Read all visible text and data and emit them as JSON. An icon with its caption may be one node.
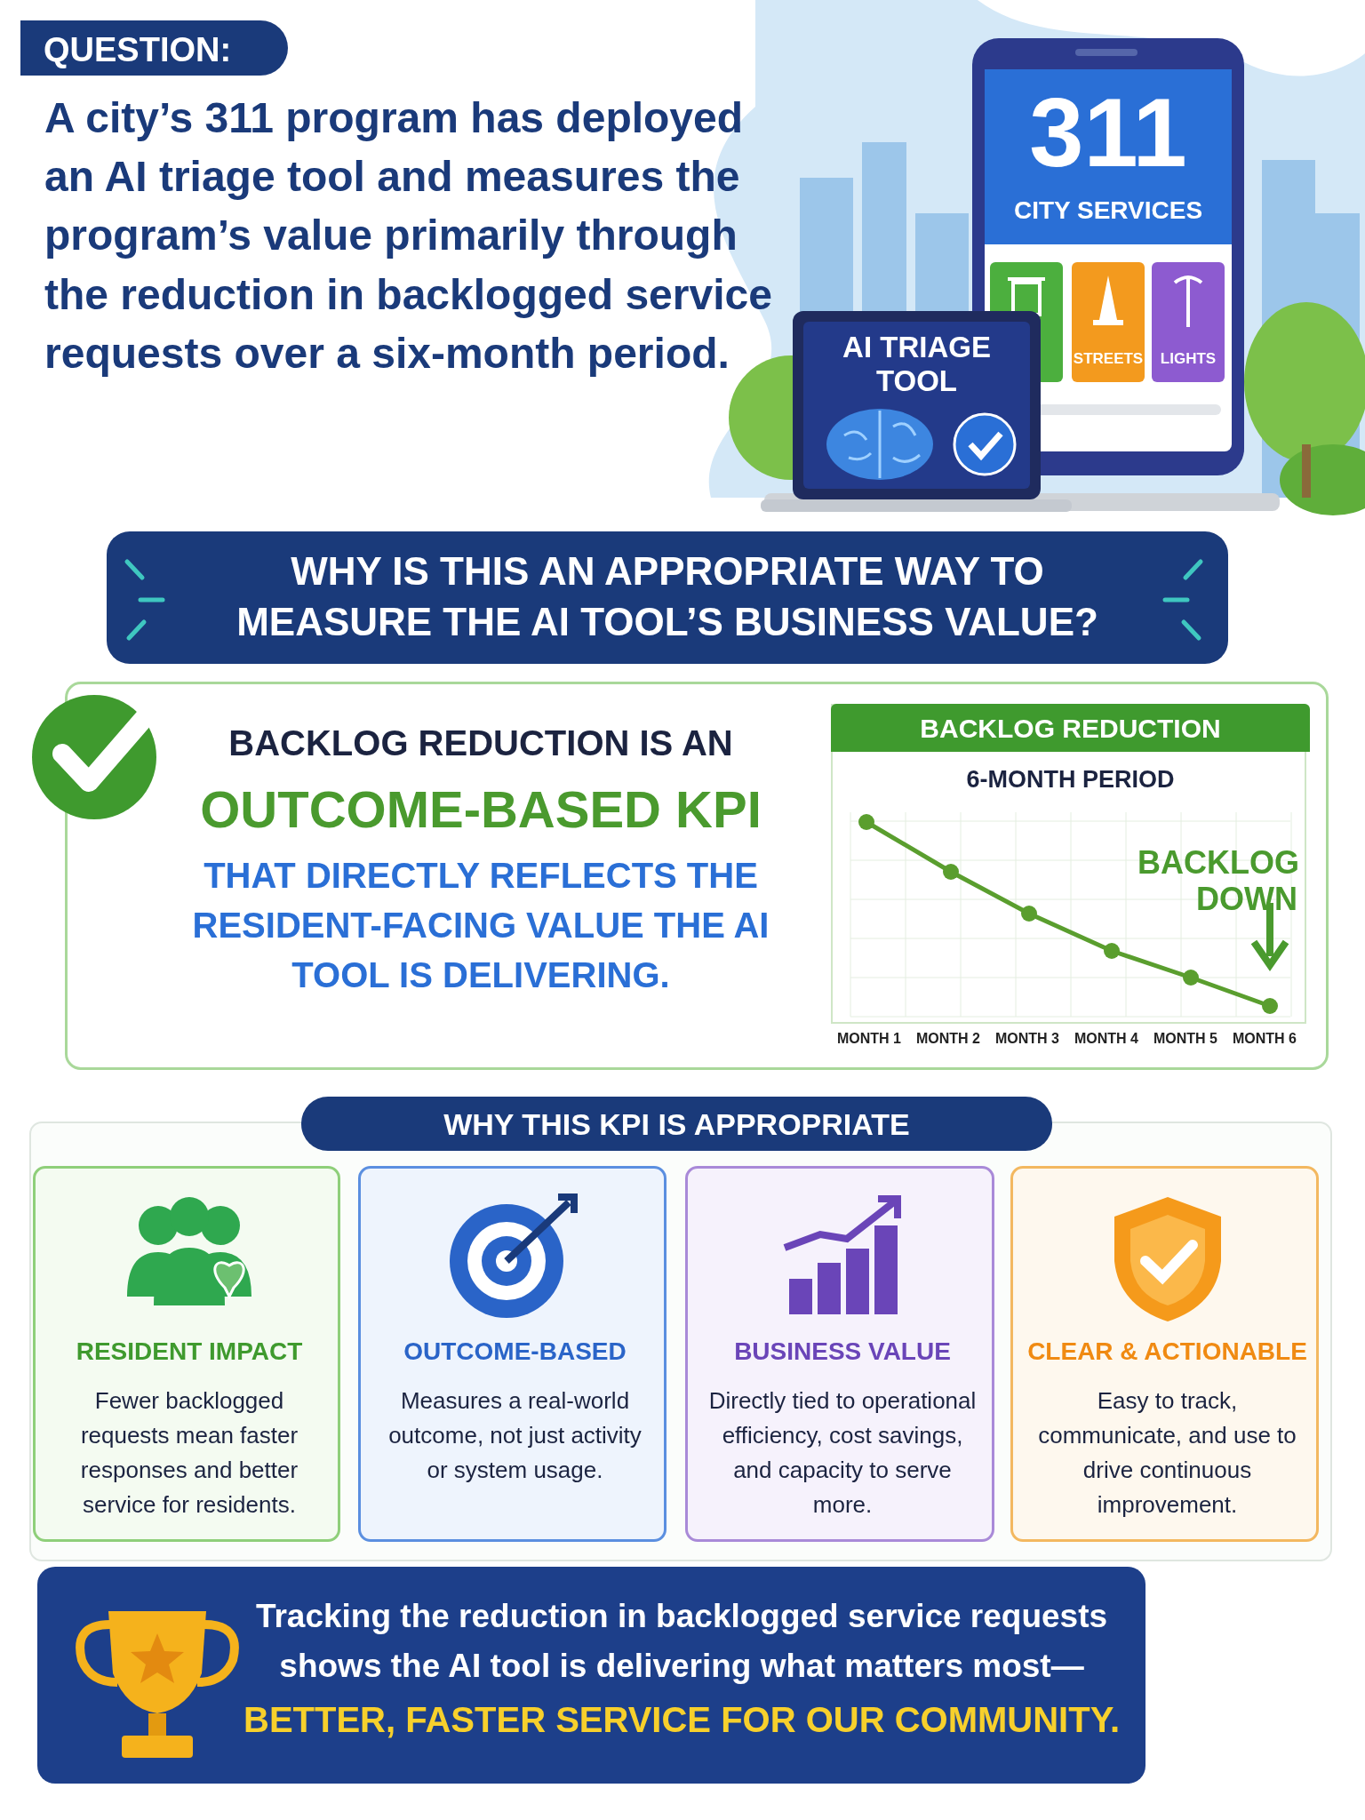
{
  "diagram": {
    "nodes": [
      {
        "text": [
          "QUESTION:"
        ]
      },
      {
        "text": [
          "WHY IS THIS AN APPROPRIATE WAY TO MEASURE THE AI TOOL’S BUSINESS VALUE?"
        ]
      },
      {
        "text": [
          "BACKLOG REDUCTION IS AN",
          "OUTCOME-BASED KPI",
          "THAT DIRECTLY REFLECTS THE RESIDENT-FACING VALUE THE AI TOOL IS DELIVERING."
        ]
      },
      {
        "text": [
          "BACKLOG REDUCTION",
          "6-MONTH PERIOD"
        ],
        "in": 2
      },
      {
        "text": [
          "WHY THIS KPI IS APPROPRIATE"
        ]
      },
      {
        "text": [
          "RESIDENT IMPACT",
          "Fewer backlogged requests mean faster responses and better service for residents."
        ],
        "in": 4
      },
      {
        "text": [
          "OUTCOME-BASED",
          "Measures a real-world outcome, not just activity or system usage."
        ],
        "in": 4
      },
      {
        "text": [
          "BUSINESS VALUE",
          "Directly tied to operational efficiency, cost savings, and capacity to serve more."
        ],
        "in": 4
      },
      {
        "text": [
          "CLEAR & ACTIONABLE",
          "Easy to track, communicate, and use to drive continuous improvement."
        ],
        "in": 4
      },
      {
        "text": [
          "Tracking the reduction in backlogged service requests shows the AI tool is delivering what matters most—",
          "BETTER, FASTER SERVICE FOR OUR COMMUNITY."
        ]
      }
    ],
    "labels": [
      "A city’s 311 program has deployed an AI triage tool and measures the program’s value primarily through the reduction in backlogged service requests over a six-month period.",
      "311",
      "CITY SERVICES",
      "STREETS",
      "LIGHTS",
      "AI TRIAGE TOOL",
      "BACKLOG DOWN",
      "MONTH 1",
      "MONTH 2",
      "MONTH 3",
      "MONTH 4",
      "MONTH 5",
      "MONTH 6"
    ]
  }
}
